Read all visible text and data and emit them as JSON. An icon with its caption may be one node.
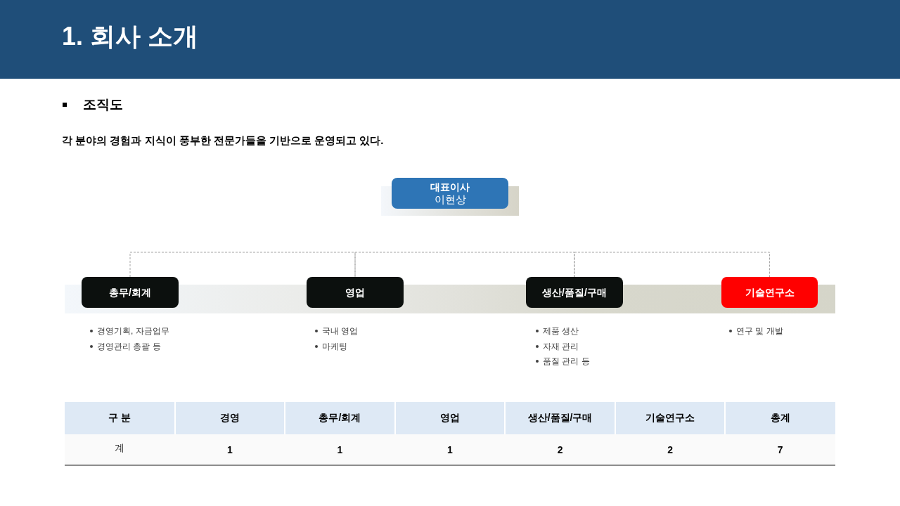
{
  "diagram": {
    "title": "1. 회사 소개",
    "nodes": [
      {
        "text": [
          "대표이사",
          "이현상"
        ]
      },
      {
        "text": [
          "총무/회계"
        ],
        "beside": [
          "경영기획, 자금업무",
          "경영관리 총괄 등"
        ]
      },
      {
        "text": [
          "영업"
        ],
        "beside": [
          "국내 영업",
          "마케팅"
        ]
      },
      {
        "text": [
          "생산/품질/구매"
        ],
        "beside": [
          "제품 생산",
          "자재 관리",
          "품질 관리 등"
        ]
      },
      {
        "text": [
          "기술연구소"
        ],
        "beside": [
          "연구 및 개발"
        ]
      }
    ],
    "edges": [
      {
        "from": 1,
        "to": 2,
        "arrow": "none",
        "style": "dashed"
      },
      {
        "from": 2,
        "to": 3,
        "arrow": "none",
        "style": "dashed"
      },
      {
        "from": 3,
        "to": 4,
        "arrow": "none",
        "style": "dashed"
      }
    ],
    "labels": [
      "조직도",
      "각 분야의 경험과 지식이 풍부한 전문가들을 기반으로 운영되고 있다.",
      "구 분",
      "경영",
      "총무/회계",
      "영업",
      "생산/품질/구매",
      "기술연구소",
      "총계",
      "계",
      "1",
      "1",
      "1",
      "2",
      "2",
      "7"
    ]
  }
}
